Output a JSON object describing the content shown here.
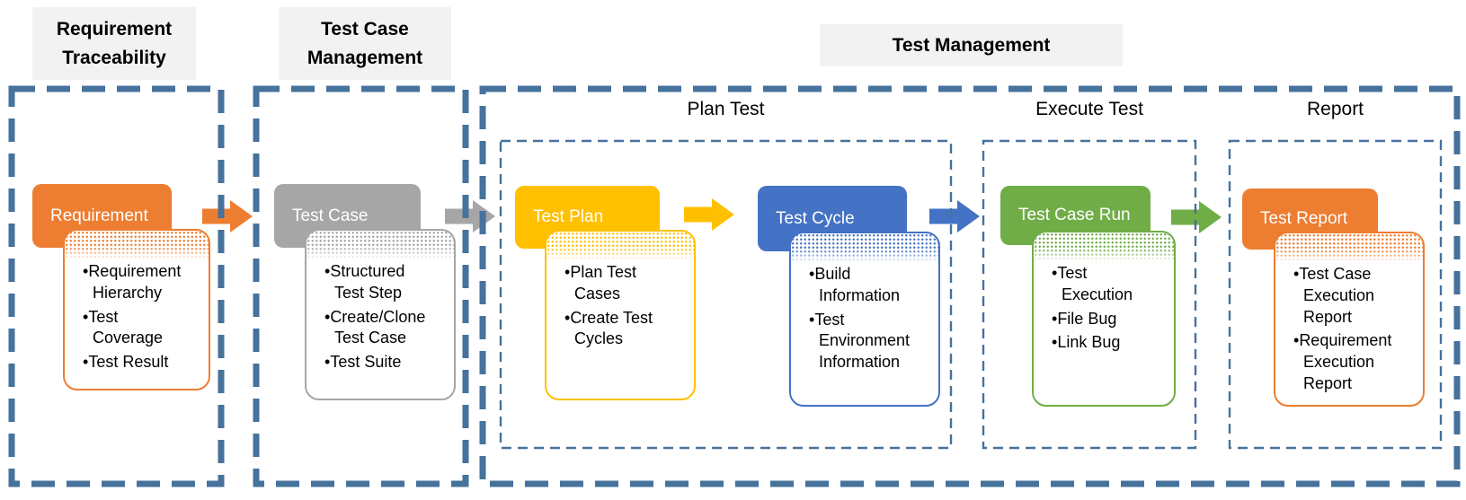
{
  "palette": {
    "accent_orange": "#ED7D31",
    "accent_gray": "#A6A6A6",
    "accent_gold": "#FFC000",
    "accent_blue": "#4472C4",
    "accent_green": "#70AD47",
    "dashed_border_blue": "#46729C",
    "chip_background": "#F2F2F2",
    "card_title_text": "#FFFFFF",
    "body_text": "#000000"
  },
  "headers": [
    {
      "id": "requirement-traceability",
      "label": "Requirement Traceability"
    },
    {
      "id": "test-case-management",
      "label": "Test Case Management"
    },
    {
      "id": "test-management",
      "label": "Test Management"
    }
  ],
  "subsections": [
    {
      "id": "plan-test",
      "label": "Plan Test"
    },
    {
      "id": "execute-test",
      "label": "Execute Test"
    },
    {
      "id": "report",
      "label": "Report"
    }
  ],
  "cards": [
    {
      "id": "requirement",
      "title": "Requirement",
      "color": "#ED7D31",
      "bullets": [
        "Requirement Hierarchy",
        "Test Coverage",
        "Test Result"
      ]
    },
    {
      "id": "test-case",
      "title": "Test Case",
      "color": "#A6A6A6",
      "bullets": [
        "Structured Test Step",
        "Create/Clone Test Case",
        "Test Suite"
      ]
    },
    {
      "id": "test-plan",
      "title": "Test Plan",
      "color": "#FFC000",
      "bullets": [
        "Plan Test Cases",
        "Create Test Cycles"
      ]
    },
    {
      "id": "test-cycle",
      "title": "Test Cycle",
      "color": "#4472C4",
      "bullets": [
        "Build Information",
        "Test Environment Information"
      ]
    },
    {
      "id": "test-case-run",
      "title": "Test Case Run",
      "color": "#70AD47",
      "bullets": [
        "Test Execution",
        "File Bug",
        "Link Bug"
      ]
    },
    {
      "id": "test-report",
      "title": "Test Report",
      "color": "#ED7D31",
      "bullets": [
        "Test Case Execution Report",
        "Requirement Execution Report"
      ]
    }
  ],
  "arrows": [
    {
      "id": "requirement-to-test-case",
      "color": "#ED7D31"
    },
    {
      "id": "test-case-to-test-plan",
      "color": "#A6A6A6"
    },
    {
      "id": "test-plan-to-test-cycle",
      "color": "#FFC000"
    },
    {
      "id": "test-cycle-to-test-case-run",
      "color": "#4472C4"
    },
    {
      "id": "test-case-run-to-test-report",
      "color": "#70AD47"
    }
  ]
}
